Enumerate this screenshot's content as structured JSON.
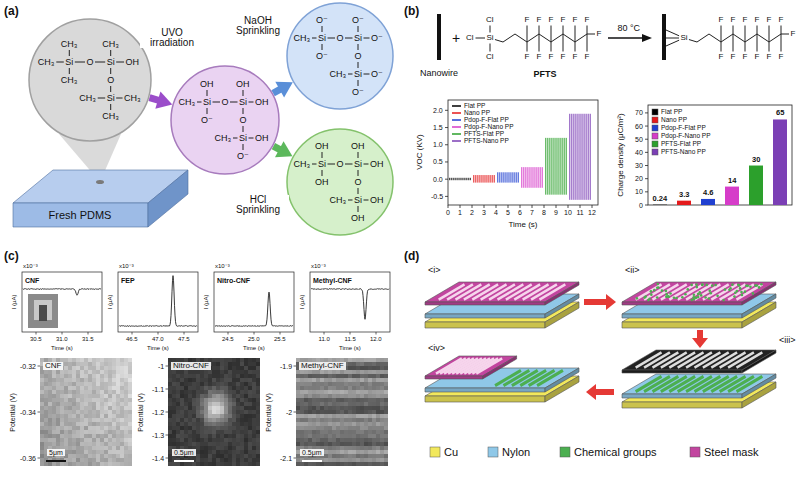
{
  "diagram": {
    "nodes": [
      {
        "text": [
          "CH₃",
          "CH₃",
          "CH₃",
          "Si",
          "O",
          "Si",
          "OH",
          "CH₃",
          "O",
          "CH₃",
          "Si",
          "CH₃",
          "CH₃"
        ]
      },
      {
        "text": [
          "OH",
          "OH",
          "CH₃",
          "Si",
          "O",
          "Si",
          "OH",
          "O⁻",
          "O",
          "CH₃",
          "Si",
          "OH",
          "O⁻"
        ]
      },
      {
        "text": [
          "O⁻",
          "O⁻",
          "CH₃",
          "Si",
          "O",
          "Si",
          "O⁻",
          "O⁻",
          "O",
          "CH₃",
          "Si",
          "O⁻",
          "O⁻"
        ]
      },
      {
        "text": [
          "OH",
          "OH",
          "CH₃",
          "Si",
          "O",
          "Si",
          "OH",
          "OH",
          "O",
          "CH₃",
          "Si",
          "OH",
          "OH"
        ]
      },
      {
        "text": [
          "Fresh PDMS"
        ]
      }
    ],
    "edges": [
      {
        "from": 0,
        "to": 1,
        "arrow": "to",
        "label": "UVO irradiation"
      },
      {
        "from": 1,
        "to": 2,
        "arrow": "to",
        "label": "NaOH Sprinkling"
      },
      {
        "from": 1,
        "to": 3,
        "arrow": "to",
        "label": "HCl Sprinkling"
      }
    ],
    "labels": [
      "(a)",
      "(b)",
      "Cl",
      "Cl",
      "Si",
      "Cl",
      "F",
      "F",
      "F",
      "F",
      "F",
      "F",
      "F",
      "F",
      "F",
      "F",
      "F",
      "F",
      "F",
      "+",
      "Nanowire",
      "PFTS",
      "80 °C",
      "Si",
      "F",
      "F",
      "F",
      "F",
      "F",
      "F",
      "F",
      "F",
      "F",
      "F",
      "F",
      "F",
      "F",
      "VOC (KV)",
      "2.0",
      "1.5",
      "1.0",
      "0.5",
      "0.0",
      "-0.5",
      "0",
      "1",
      "2",
      "3",
      "4",
      "5",
      "6",
      "7",
      "8",
      "9",
      "10",
      "11",
      "12",
      "Time (s)",
      "Charge density (μC/m²)",
      "0",
      "10",
      "20",
      "30",
      "40",
      "50",
      "60",
      "70",
      "0.24",
      "3.3",
      "4.6",
      "14",
      "30",
      "65",
      "(c)",
      "x10⁻³",
      "CNF",
      "I (μA)",
      "30.5",
      "31.0",
      "31.5",
      "Time (s)",
      "x10⁻³",
      "FEP",
      "I (μA)",
      "46.5",
      "47.0",
      "47.5",
      "Time (s)",
      "x10⁻³",
      "Nitro-CNF",
      "I (μA)",
      "24.5",
      "25.0",
      "25.5",
      "Time (s)",
      "x10⁻³",
      "Methyl-CNF",
      "I (μA)",
      "11.0",
      "11.5",
      "12.0",
      "Time (s)",
      "CNF",
      "Potential (V)",
      "-0.32",
      "-0.34",
      "-0.36",
      "5μm",
      "Nitro-CNF",
      "Potential (V)",
      "-1",
      "-1.1",
      "-1.2",
      "-1.3",
      "-1.4",
      "0.5μm",
      "Methyl-CNF",
      "Potential (V)",
      "-1.9",
      "-2",
      "-2.1",
      "0.5μm",
      "(d)",
      "<i>",
      "<ii>",
      "<iv>",
      "<iii>"
    ],
    "legend": [
      {
        "text": "Flat PP"
      },
      {
        "text": "Nano PP"
      },
      {
        "text": "Pdop-F-Flat PP"
      },
      {
        "text": "Pdop-F-Nano PP"
      },
      {
        "text": "PFTS-Flat PP"
      },
      {
        "text": "PFTS-Nano PP"
      },
      {
        "text": "Flat PP",
        "color": "#000000"
      },
      {
        "text": "Nano PP",
        "color": "#e41a1c"
      },
      {
        "text": "Pdop-F-Flat PP",
        "color": "#2040d0"
      },
      {
        "text": "Pdop-F-Nano PP",
        "color": "#d63cc9"
      },
      {
        "text": "PFTS-Flat PP",
        "color": "#2ca02c"
      },
      {
        "text": "PFTS-Nano PP",
        "color": "#7b3fb5"
      },
      {
        "text": "Cu",
        "color": "#f2e85c"
      },
      {
        "text": "Nylon",
        "color": "#8fc8e8"
      },
      {
        "text": "Chemical groups",
        "color": "#4caf50"
      },
      {
        "text": "Steel mask",
        "color": "#c2459f"
      }
    ]
  }
}
